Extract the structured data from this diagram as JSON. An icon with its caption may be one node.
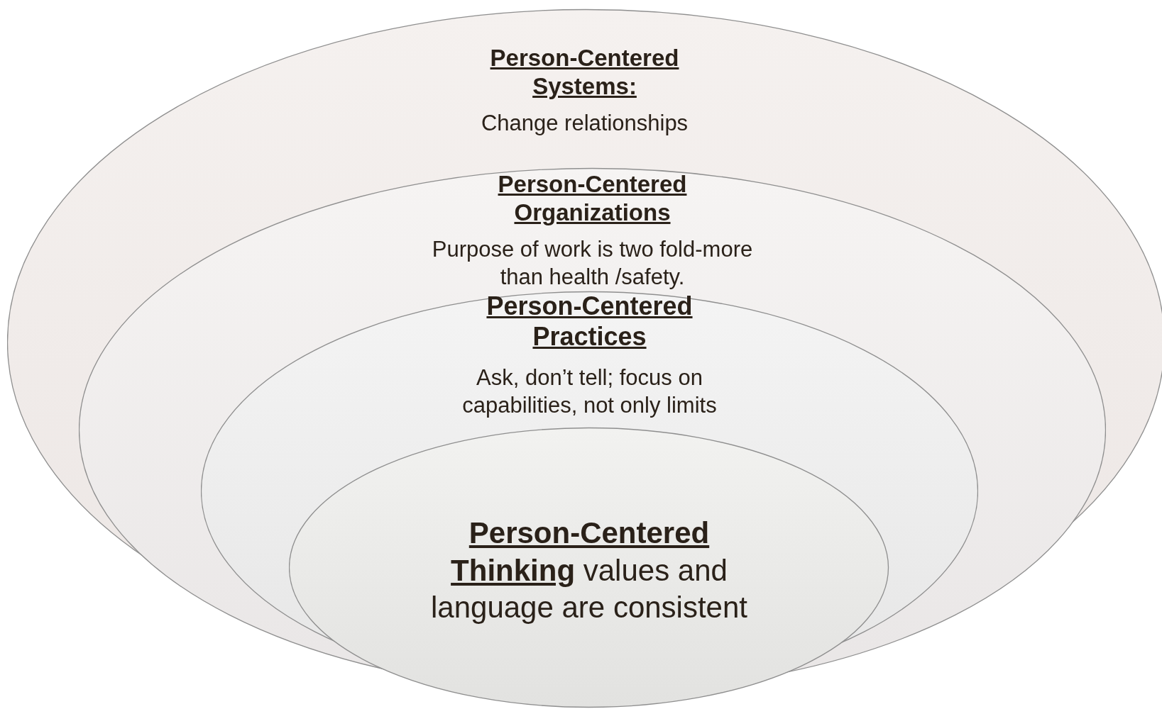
{
  "diagram": {
    "nodes": [
      {
        "text": [
          "Person-Centered Systems:",
          "Change relationships"
        ]
      },
      {
        "text": [
          "Person-Centered Organizations",
          "Purpose of work is two fold-more than health /safety."
        ],
        "in": 0
      },
      {
        "text": [
          "Person-Centered Practices",
          "Ask, don’t tell; focus on capabilities, not only limits"
        ],
        "in": 1
      },
      {
        "text": [
          "**Person-Centered Thinking** values and language are consistent"
        ]
      }
    ]
  }
}
